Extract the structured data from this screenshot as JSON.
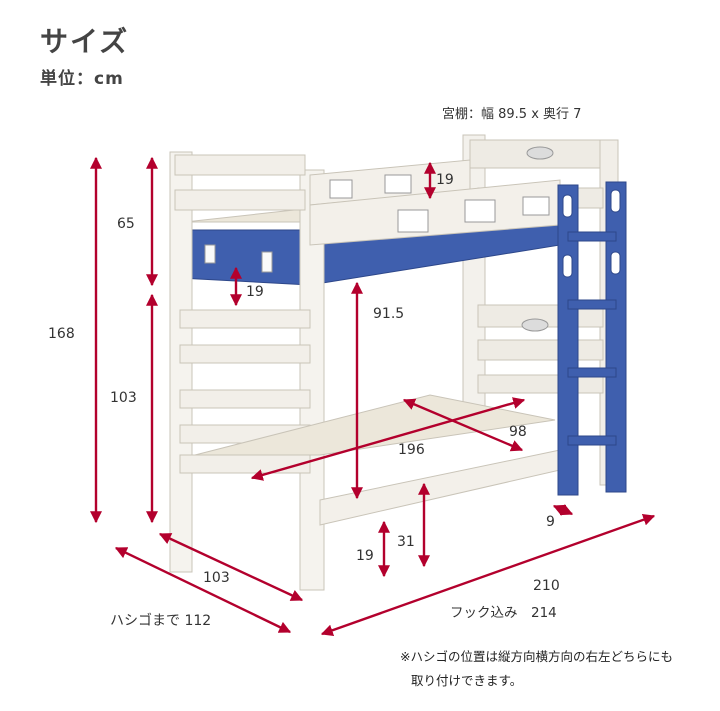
{
  "heading": {
    "title": "サイズ",
    "unit": "単位：cm"
  },
  "dimensions": {
    "shelf": "宮棚：幅 89.5 x 奥行 7",
    "total_height": "168",
    "upper_guard_height": "65",
    "lower_section_height": "103",
    "upper_guard_gap": "19",
    "upper_bed_gap": "19",
    "under_upper_clearance": "91.5",
    "lower_mattress_depth": "98",
    "lower_mattress_length": "196",
    "ladder_offset": "9",
    "lower_floor_gap": "19",
    "lower_rail_height": "31",
    "bed_width": "103",
    "width_with_ladder": "ハシゴまで 112",
    "length": "210",
    "length_with_hooks": "フック込み　214"
  },
  "note": {
    "line1": "※ハシゴの位置は縦方向横方向の右左どちらにも",
    "line2": "取り付けできます。"
  },
  "colors": {
    "arrow": "#b3002d",
    "ladder": "#3f5fae",
    "wood": "#f3f1ec",
    "wood_edge": "#c9c4b8"
  }
}
